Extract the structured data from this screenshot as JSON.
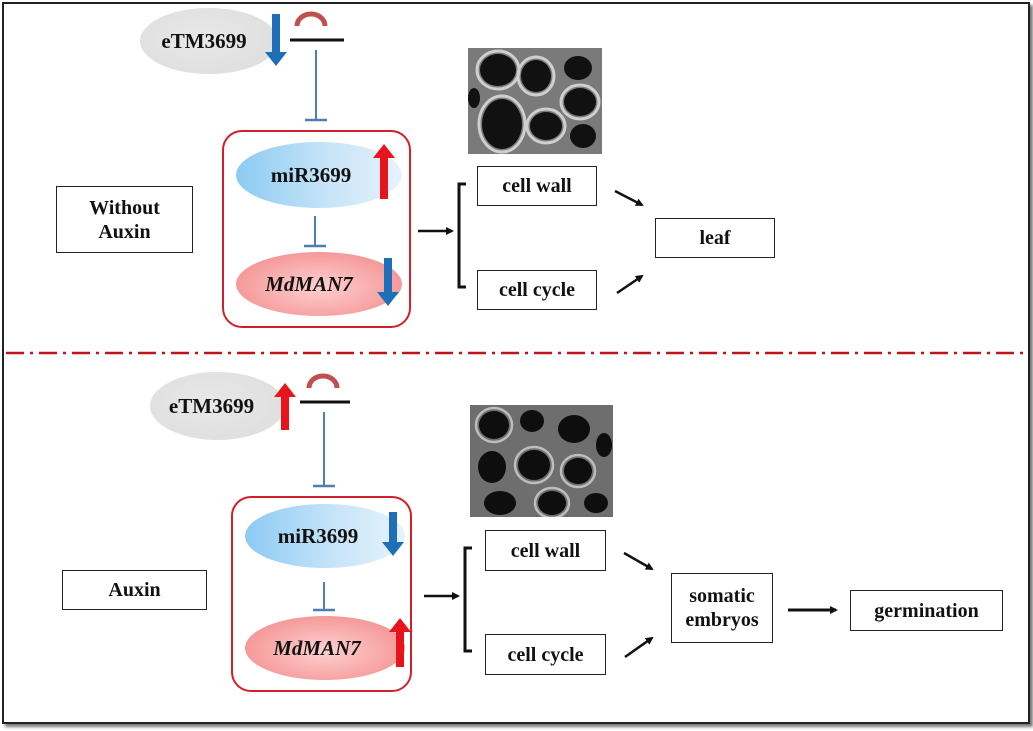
{
  "panels": [
    {
      "id": "without-auxin",
      "condition_label": "Without\nAuxin",
      "etm": {
        "label": "eTM3699",
        "trend": "down"
      },
      "mir": {
        "label": "miR3699",
        "trend": "up"
      },
      "target": {
        "label": "MdMAN7",
        "trend": "down"
      },
      "processes": [
        "cell wall",
        "cell cycle"
      ],
      "outcomes": [
        "leaf"
      ]
    },
    {
      "id": "auxin",
      "condition_label": "Auxin",
      "etm": {
        "label": "eTM3699",
        "trend": "up"
      },
      "mir": {
        "label": "miR3699",
        "trend": "down"
      },
      "target": {
        "label": "MdMAN7",
        "trend": "up"
      },
      "processes": [
        "cell wall",
        "cell cycle"
      ],
      "outcomes": [
        "somatic\nembryos",
        "germination"
      ]
    }
  ],
  "colors": {
    "up_arrow": "#e8141c",
    "down_arrow": "#1f6fb8",
    "inhibition_line": "#4f7fb0",
    "container_border": "#d0202a",
    "divider": "#c0141c",
    "cap_arc": "#c0504d"
  }
}
